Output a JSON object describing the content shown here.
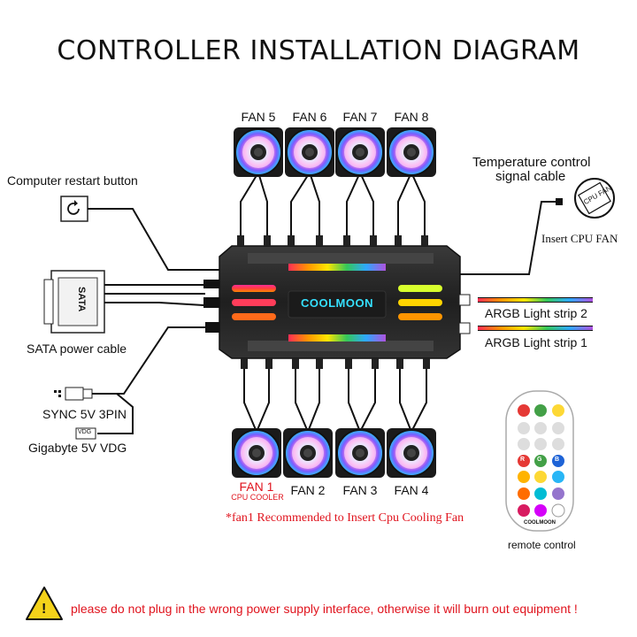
{
  "title": "CONTROLLER INSTALLATION DIAGRAM",
  "fans_top": [
    "FAN 5",
    "FAN 6",
    "FAN 7",
    "FAN 8"
  ],
  "fans_bottom": [
    "FAN 1",
    "FAN 2",
    "FAN 3",
    "FAN 4"
  ],
  "fan1_sub": "CPU COOLER",
  "left_inputs": {
    "restart": "Computer restart button",
    "sata_label": "SATA power cable",
    "sata_plug_text": "SATA",
    "sync": "SYNC 5V 3PIN",
    "gigabyte": "Gigabyte 5V VDG",
    "vdg_tag": "VDG"
  },
  "right_outputs": {
    "temp_line1": "Temperature control",
    "temp_line2": "signal cable",
    "cpu_fan_tag": "CPU FAN",
    "insert_cpu": "Insert CPU FAN",
    "strip2": "ARGB Light strip 2",
    "strip1": "ARGB Light strip 1"
  },
  "hub_brand": "COOLMOON",
  "fan1_note": "*fan1 Recommended to Insert  Cpu Cooling Fan",
  "remote": {
    "brand": "COOLMOON",
    "caption": "remote control",
    "buttons_rgb": [
      "R",
      "G",
      "B"
    ]
  },
  "warning": {
    "icon": "!",
    "text": "please do not plug in the wrong power supply interface, otherwise it will burn out equipment !"
  },
  "colors": {
    "warning_red": "#e0141e",
    "hub_body": "#2b2b2b",
    "fan_frame": "#1a1a1a",
    "warning_yellow": "#f4d21a"
  }
}
